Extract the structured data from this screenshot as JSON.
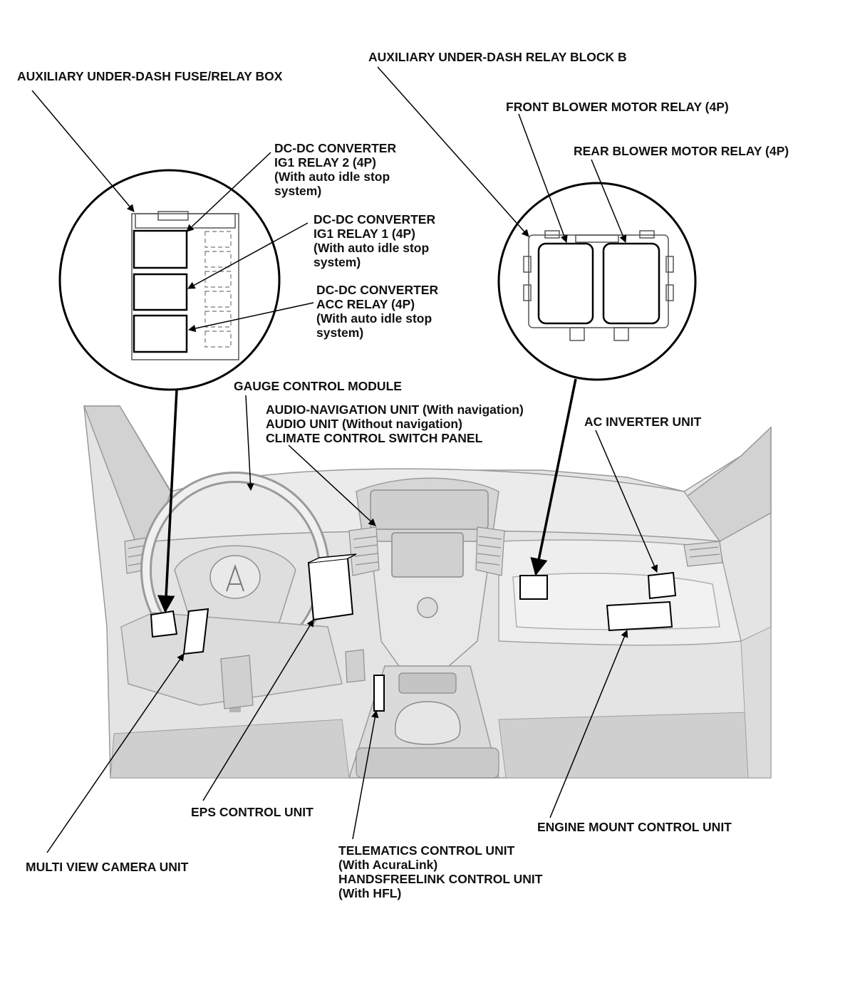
{
  "colors": {
    "ink": "#111111",
    "leader": "#000000",
    "interior_fill": "#e4e4e4",
    "interior_shade": "#c9c9c9",
    "interior_line": "#9a9a9a",
    "component_fill": "#ffffff",
    "component_stroke": "#000000"
  },
  "labels": {
    "aux_fuse_box": "AUXILIARY UNDER-DASH FUSE/RELAY BOX",
    "aux_relay_block_b": "AUXILIARY UNDER-DASH RELAY BLOCK B",
    "front_blower": "FRONT BLOWER MOTOR RELAY (4P)",
    "rear_blower": "REAR BLOWER MOTOR RELAY (4P)",
    "dcdc_relay2": [
      "DC-DC CONVERTER",
      "IG1 RELAY 2 (4P)",
      "(With auto idle stop",
      "system)"
    ],
    "dcdc_relay1": [
      "DC-DC CONVERTER",
      "IG1 RELAY 1 (4P)",
      "(With auto idle stop",
      "system)"
    ],
    "dcdc_acc": [
      "DC-DC CONVERTER",
      "ACC RELAY (4P)",
      "(With auto idle stop",
      "system)"
    ],
    "gauge_module": "GAUGE CONTROL MODULE",
    "audio_units": [
      "AUDIO-NAVIGATION UNIT (With navigation)",
      "AUDIO UNIT (Without navigation)",
      "CLIMATE CONTROL SWITCH PANEL"
    ],
    "ac_inverter": "AC INVERTER UNIT",
    "eps_control": "EPS CONTROL UNIT",
    "engine_mount": "ENGINE MOUNT CONTROL UNIT",
    "telematics": [
      "TELEMATICS CONTROL UNIT",
      "(With AcuraLink)",
      "HANDSFREELINK CONTROL UNIT",
      "(With HFL)"
    ],
    "multi_view_camera": "MULTI VIEW CAMERA UNIT"
  }
}
